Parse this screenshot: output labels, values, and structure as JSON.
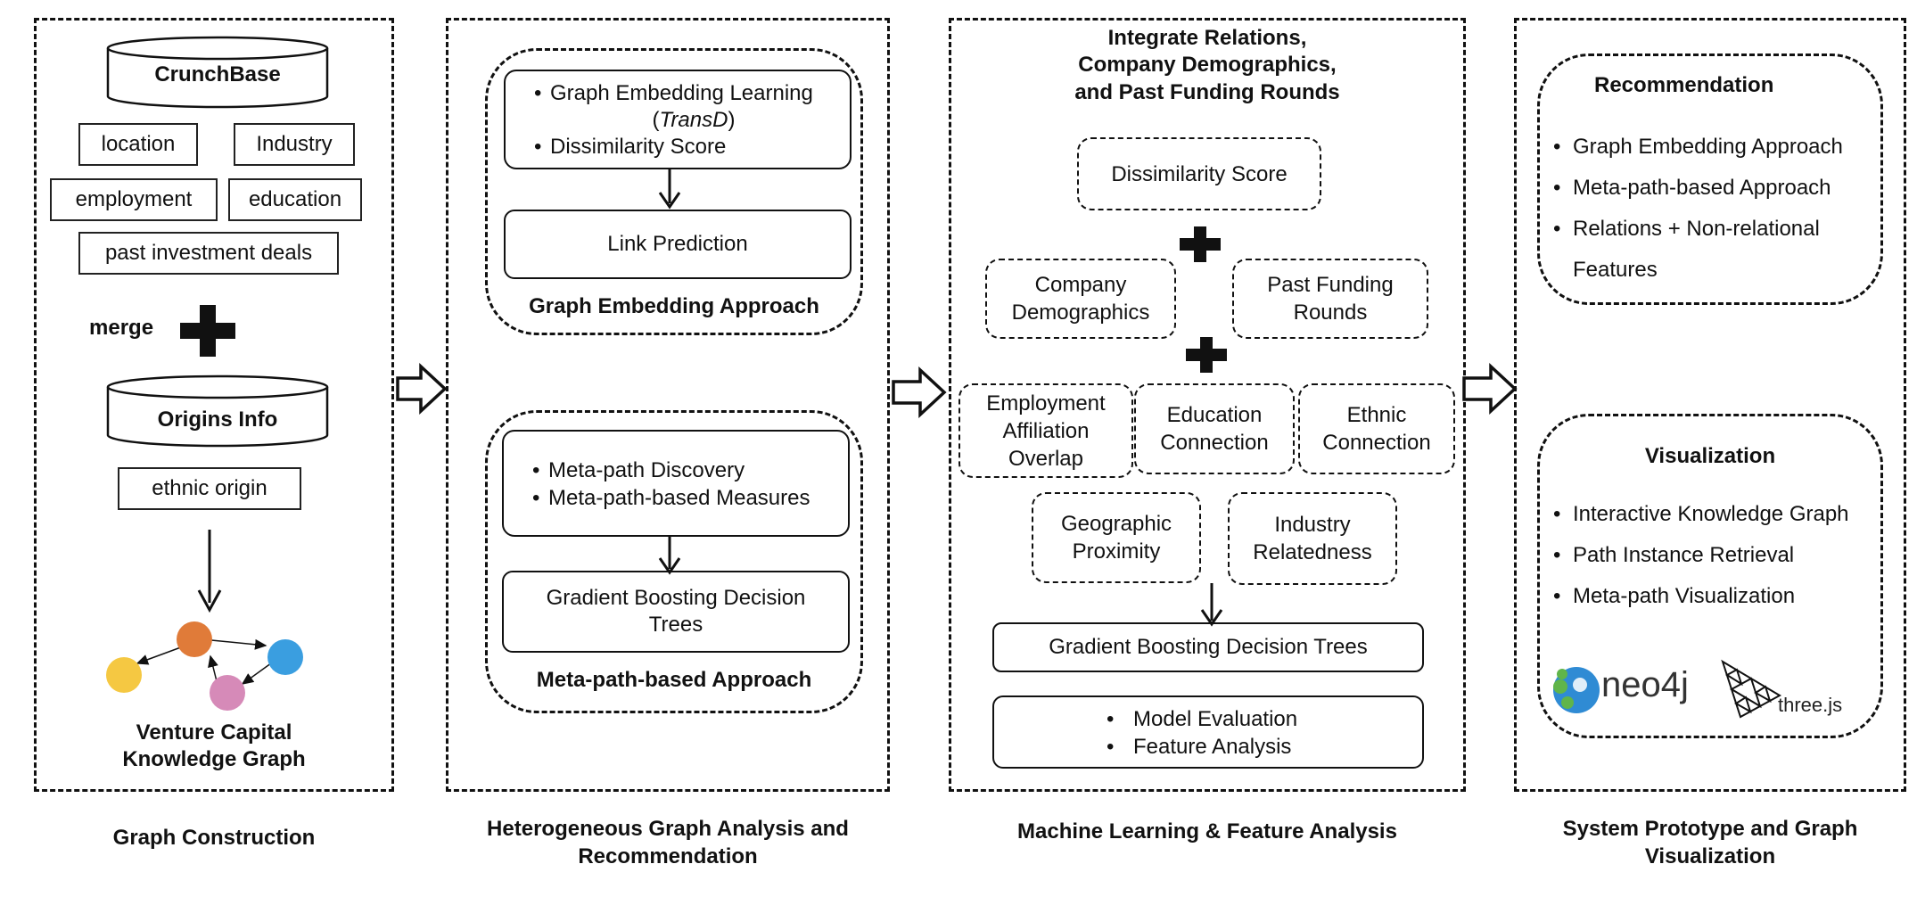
{
  "colors": {
    "node_orange": "#e07b39",
    "node_blue": "#3a9ee0",
    "node_yellow": "#f5c842",
    "node_pink": "#d68ab8",
    "neo4j_blue": "#2f8bd4",
    "neo4j_green": "#60b54a"
  },
  "col1": {
    "crunchbase": "CrunchBase",
    "location": "location",
    "industry": "Industry",
    "employment": "employment",
    "education": "education",
    "past_deals": "past investment deals",
    "merge": "merge",
    "origins": "Origins Info",
    "ethnic_origin": "ethnic origin",
    "kg_title_line1": "Venture Capital",
    "kg_title_line2": "Knowledge Graph",
    "caption": "Graph Construction"
  },
  "col2": {
    "ge_bullet1": "Graph Embedding Learning",
    "ge_transd_open": "(",
    "ge_transd": "TransD",
    "ge_transd_close": ")",
    "ge_bullet2": "Dissimilarity Score",
    "link_prediction": "Link Prediction",
    "ge_title": "Graph Embedding Approach",
    "mp_bullet1": "Meta-path Discovery",
    "mp_bullet2": "Meta-path-based Measures",
    "gbdt_line1": "Gradient Boosting Decision",
    "gbdt_line2": "Trees",
    "mp_title": "Meta-path-based Approach",
    "caption_line1": "Heterogeneous Graph Analysis and",
    "caption_line2": "Recommendation"
  },
  "col3": {
    "title_line1": "Integrate Relations,",
    "title_line2": "Company Demographics,",
    "title_line3": "and Past Funding Rounds",
    "dissimilarity": "Dissimilarity Score",
    "company_demo_line1": "Company",
    "company_demo_line2": "Demographics",
    "past_funding_line1": "Past Funding",
    "past_funding_line2": "Rounds",
    "employment_line1": "Employment",
    "employment_line2": "Affiliation",
    "employment_line3": "Overlap",
    "education_line1": "Education",
    "education_line2": "Connection",
    "ethnic_line1": "Ethnic",
    "ethnic_line2": "Connection",
    "geo_line1": "Geographic",
    "geo_line2": "Proximity",
    "industry_line1": "Industry",
    "industry_line2": "Relatedness",
    "gbdt": "Gradient Boosting Decision Trees",
    "eval_bullet1": "Model Evaluation",
    "eval_bullet2": "Feature Analysis",
    "caption": "Machine Learning & Feature Analysis"
  },
  "col4": {
    "rec_title": "Recommendation",
    "rec_items": [
      "Graph Embedding Approach",
      "Meta-path-based Approach",
      "Relations + Non-relational",
      "Features"
    ],
    "vis_title": "Visualization",
    "vis_items": [
      "Interactive Knowledge Graph",
      "Path Instance Retrieval",
      "Meta-path Visualization"
    ],
    "neo4j_logo": "neo4j",
    "threejs_logo": "three.js",
    "caption_line1": "System Prototype and Graph",
    "caption_line2": "Visualization"
  },
  "bullet_char": "•"
}
